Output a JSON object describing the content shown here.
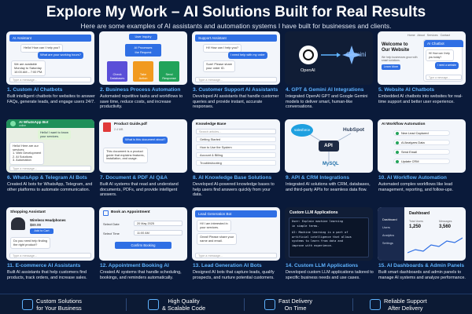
{
  "header": {
    "title": "Explore My Work – AI Solutions Built for Real Results",
    "subtitle": "Here are some examples of AI assistants and automation systems I have built for businesses and clients."
  },
  "colors": {
    "background": "#0a1a3a",
    "accent": "#5fb3ff",
    "primary": "#2f6fe4",
    "success": "#22a35a"
  },
  "cards": [
    {
      "title": "1. Custom AI Chatbots",
      "desc": "Built intelligent chatbots for websites to answer FAQs, generate leads, and engage users 24/7.",
      "ui": {
        "header": "AI Assistant",
        "bot1": "Hello! How can I help you?",
        "user1": "What are your working hours?",
        "bot2a": "We are available",
        "bot2b": "Monday to Saturday",
        "bot2c": "10:00 AM – 7:00 PM.",
        "input": "Type a message..."
      }
    },
    {
      "title": "2. Business Process Automation",
      "desc": "Automated repetitive tasks and workflows to save time, reduce costs, and increase productivity.",
      "ui": {
        "step1": "User Inquiry",
        "step2a": "AI Processes",
        "step2b": "the Request",
        "b1a": "Check",
        "b1b": "Databases",
        "b2a": "Take",
        "b2b": "Action",
        "b3a": "Send",
        "b3b": "Response"
      }
    },
    {
      "title": "3. Customer Support AI Assistants",
      "desc": "Developed AI assistants that handle customer queries and provide instant, accurate responses.",
      "ui": {
        "header": "Support Assistant",
        "bot1": "Hi! How can I help you?",
        "user1": "I need help with my order",
        "bot2a": "Sure! Please share",
        "bot2b": "your order ID.",
        "input": "Type a message..."
      }
    },
    {
      "title": "4. GPT & Gemini AI Integrations",
      "desc": "Integrated OpenAI GPT and Google Gemini models to deliver smart, human-like conversations.",
      "ui": {
        "left": "OpenAI",
        "right": "Gemini"
      }
    },
    {
      "title": "5. Website AI Chatbots",
      "desc": "Embedded AI chatbots into websites for real-time support and better user experience.",
      "ui": {
        "nav": [
          "Home",
          "About",
          "Services",
          "Contact"
        ],
        "heroA": "Welcome to",
        "heroB": "Our Website",
        "heroSub": "We help businesses grow with smart solutions.",
        "cta": "Learn More",
        "chatHeader": "AI Chatbot",
        "chatBot": "Hi! How can I help you today?",
        "chatUser": "I need a website",
        "input": "Type a message..."
      }
    },
    {
      "title": "6. WhatsApp & Telegram AI Bots",
      "desc": "Created AI bots for WhatsApp, Telegram, and other platforms to automate communication.",
      "ui": {
        "header": "AI WhatsApp Bot",
        "status": "online",
        "bot1a": "Hello! I want to know",
        "bot1b": "your services.",
        "bot2a": "Hello! Here are our",
        "bot2b": "services:",
        "item1": "1. Web Development",
        "item2": "2. AI Solutions",
        "item3": "3. Automation",
        "input": "Type a message..."
      }
    },
    {
      "title": "7. Document & PDF AI Q&A",
      "desc": "Built AI systems that read and understand documents, PDFs, and provide intelligent answers.",
      "ui": {
        "file": "Product Guide.pdf",
        "size": "2.4 MB",
        "question": "What is this document about?",
        "answerA": "This document is a product",
        "answerB": "guide that explains features,",
        "answerC": "installation, and usage."
      }
    },
    {
      "title": "8. AI Knowledge Base Solutions",
      "desc": "Developed AI-powered knowledge bases to help users find answers quickly from your data.",
      "ui": {
        "header": "Knowledge Base",
        "search": "Search articles...",
        "rows": [
          "Getting Started",
          "How to Use the System",
          "Account & Billing",
          "Troubleshooting"
        ]
      }
    },
    {
      "title": "9. API & CRM Integrations",
      "desc": "Integrated AI solutions with CRM, databases, and third-party APIs for seamless data flow.",
      "ui": {
        "left": "salesforce",
        "right": "HubSpot",
        "center": "API",
        "bottom": "MySQL"
      }
    },
    {
      "title": "10. AI Workflow Automation",
      "desc": "Automated complex workflows like lead management, reporting, and follow-ups.",
      "ui": {
        "header": "AI Workflow Automation",
        "steps": [
          "New Lead Captured",
          "AI Analyzes Data",
          "Send Email",
          "Update CRM"
        ]
      }
    },
    {
      "title": "11. E-commerce AI Assistants",
      "desc": "Built AI assistants that help customers find products, track orders, and increase sales.",
      "ui": {
        "header": "Shopping Assistant",
        "product": "Wireless Headphones",
        "price": "$89.99",
        "button": "Add to Cart",
        "botA": "Do you need help finding",
        "botB": "the right product?",
        "input": "Type a message..."
      }
    },
    {
      "title": "12. Appointment Booking AI",
      "desc": "Created AI systems that handle scheduling, bookings, and reminders automatically.",
      "ui": {
        "header": "Book an Appointment",
        "dateLabel": "Select Date",
        "dateValue": "20 May 2025",
        "timeLabel": "Select Time",
        "timeValue": "11:00 AM",
        "button": "Confirm Booking"
      }
    },
    {
      "title": "13. Lead Generation AI Bots",
      "desc": "Designed AI bots that capture leads, qualify prospects, and nurture potential customers.",
      "ui": {
        "header": "Lead Generation Bot",
        "botA": "Hi! I am interested in",
        "botB": "your services.",
        "userA": "Great! Please share your",
        "userB": "name and email.",
        "input": "Type a message..."
      }
    },
    {
      "title": "14. Custom LLM Applications",
      "desc": "Developed custom LLM applications tailored to specific business needs and use cases.",
      "ui": {
        "header": "Custom LLM Applications",
        "lines": [
          "User: Explain machine learning",
          "in simple terms.",
          "",
          "AI: Machine learning is a part of",
          "artificial intelligence that allows",
          "systems to learn from data and",
          "improve with experience."
        ]
      }
    },
    {
      "title": "15. AI Dashboards & Admin Panels",
      "desc": "Built smart dashboards and admin panels to manage AI systems and analyze performance.",
      "ui": {
        "menu": [
          "Dashboard",
          "Users",
          "Analytics",
          "Settings"
        ],
        "main": "Dashboard",
        "stat1Label": "Total Users",
        "stat1Value": "1,250",
        "stat2Label": "Messages",
        "stat2Value": "3,560"
      }
    }
  ],
  "footer": [
    {
      "line1": "Custom Solutions",
      "line2": "for Your Business",
      "icon": "gear-icon"
    },
    {
      "line1": "High Quality",
      "line2": "& Scalable Code",
      "icon": "code-icon"
    },
    {
      "line1": "Fast Delivery",
      "line2": "On Time",
      "icon": "rocket-icon"
    },
    {
      "line1": "Reliable Support",
      "line2": "After Delivery",
      "icon": "headset-icon"
    }
  ]
}
